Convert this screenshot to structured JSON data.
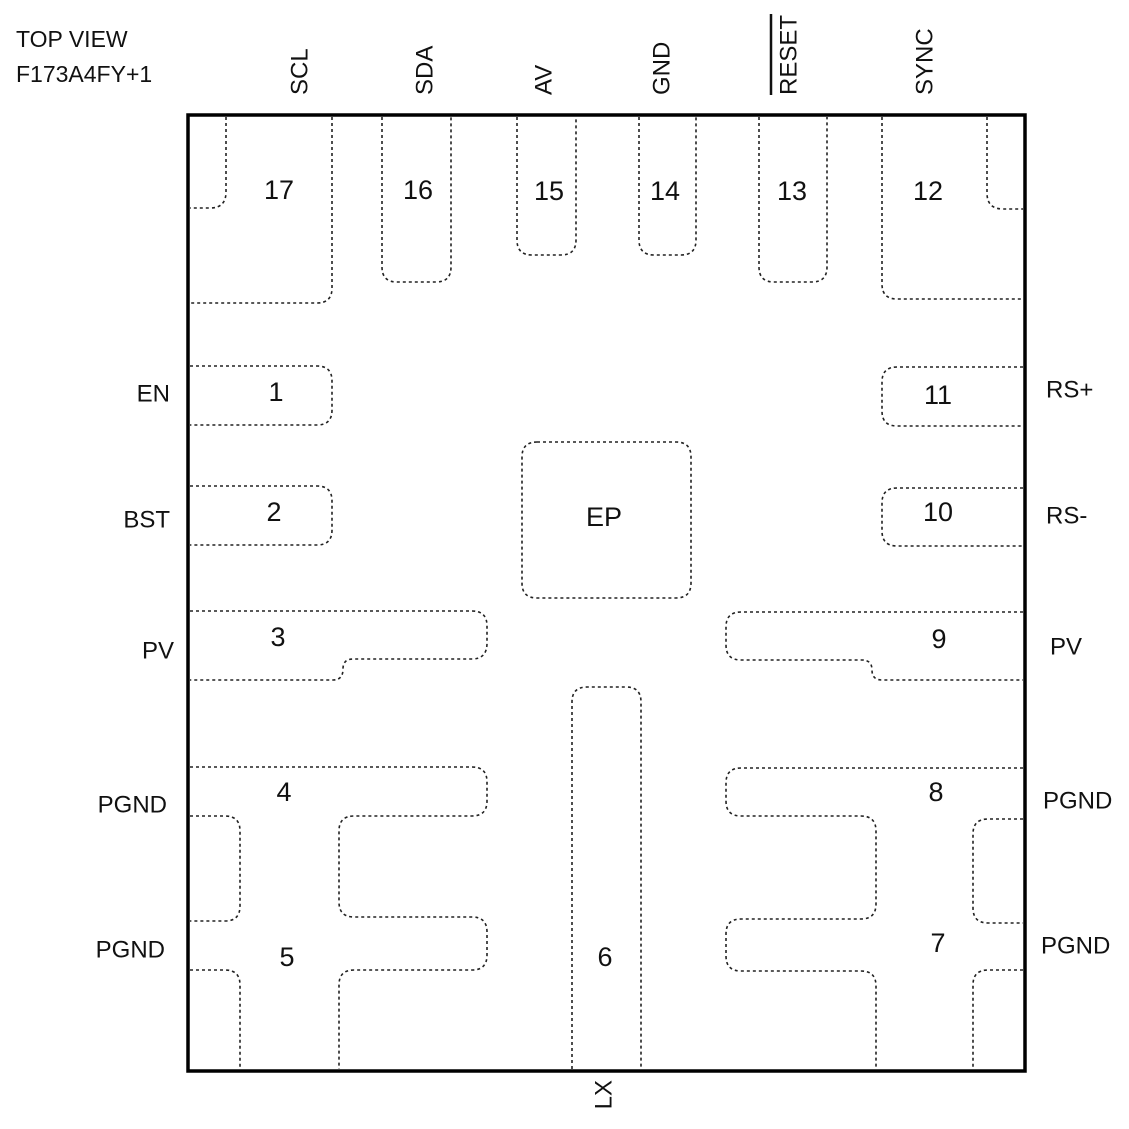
{
  "header": {
    "view": "TOP VIEW",
    "part": "F173A4FY+1"
  },
  "pins": {
    "p1": {
      "number": "1",
      "name": "EN"
    },
    "p2": {
      "number": "2",
      "name": "BST"
    },
    "p3": {
      "number": "3",
      "name": "PV"
    },
    "p4": {
      "number": "4",
      "name": "PGND"
    },
    "p5": {
      "number": "5",
      "name": "PGND"
    },
    "p6": {
      "number": "6",
      "name": "LX"
    },
    "p7": {
      "number": "7",
      "name": "PGND"
    },
    "p8": {
      "number": "8",
      "name": "PGND"
    },
    "p9": {
      "number": "9",
      "name": "PV"
    },
    "p10": {
      "number": "10",
      "name": "RS-"
    },
    "p11": {
      "number": "11",
      "name": "RS+"
    },
    "p12": {
      "number": "12",
      "name": "SYNC"
    },
    "p13": {
      "number": "13",
      "name": "RESET"
    },
    "p14": {
      "number": "14",
      "name": "GND"
    },
    "p15": {
      "number": "15",
      "name": "AV"
    },
    "p16": {
      "number": "16",
      "name": "SDA"
    },
    "p17": {
      "number": "17",
      "name": "SCL"
    }
  },
  "exposed_pad": {
    "label": "EP"
  },
  "colors": {
    "line": "#000000",
    "text": "#111111",
    "background": "#ffffff"
  }
}
